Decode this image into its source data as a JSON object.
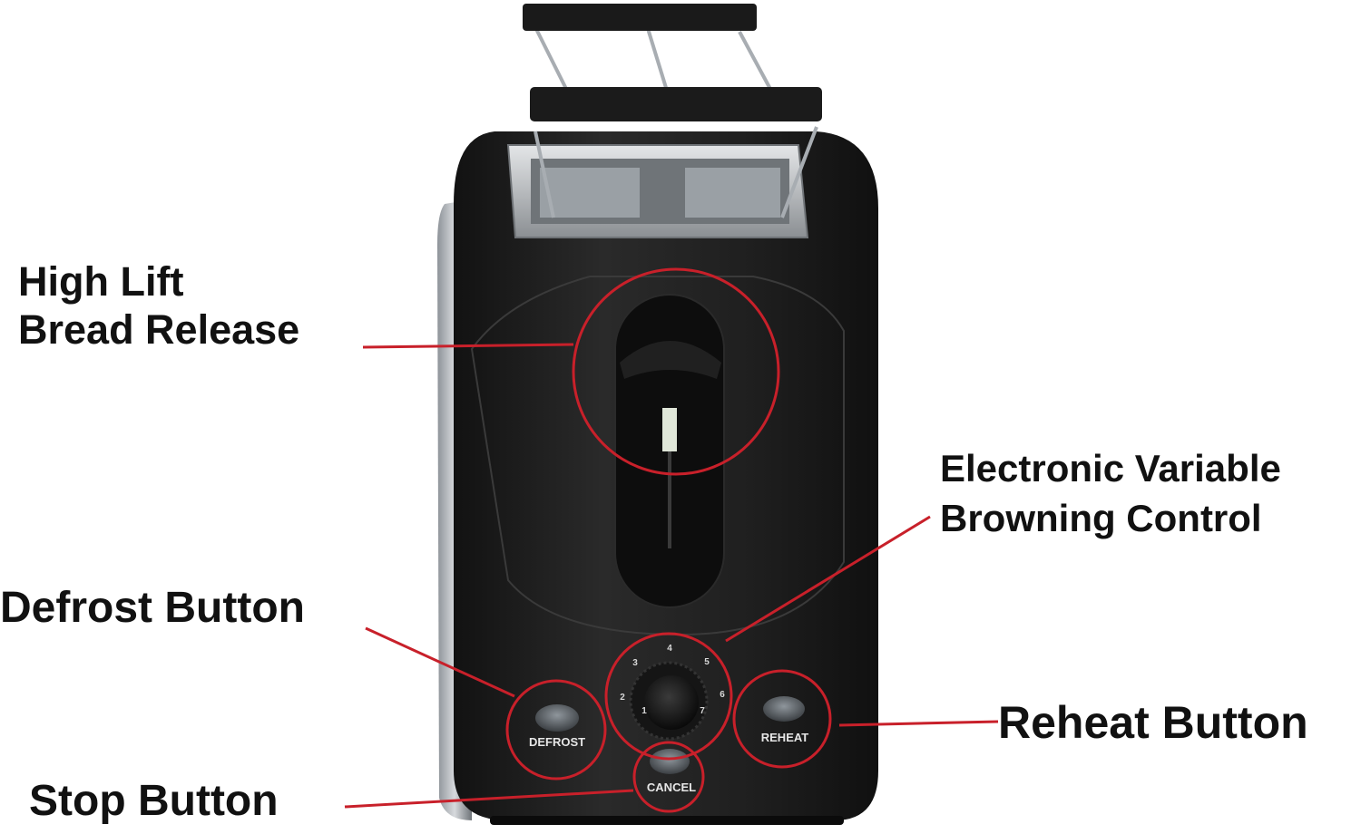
{
  "callouts": {
    "high_lift": [
      "High Lift",
      "Bread Release"
    ],
    "browning": [
      "Electronic Variable",
      "Browning Control"
    ],
    "defrost": "Defrost Button",
    "reheat": "Reheat Button",
    "stop": "Stop Button"
  },
  "panel": {
    "defrost_label": "DEFROST",
    "reheat_label": "REHEAT",
    "cancel_label": "CANCEL",
    "dial_numbers": [
      "1",
      "2",
      "3",
      "4",
      "5",
      "6",
      "7"
    ]
  },
  "colors": {
    "callout_red": "#c8202a",
    "body": "#1c1c1c",
    "chrome": "#b9bcc0"
  }
}
